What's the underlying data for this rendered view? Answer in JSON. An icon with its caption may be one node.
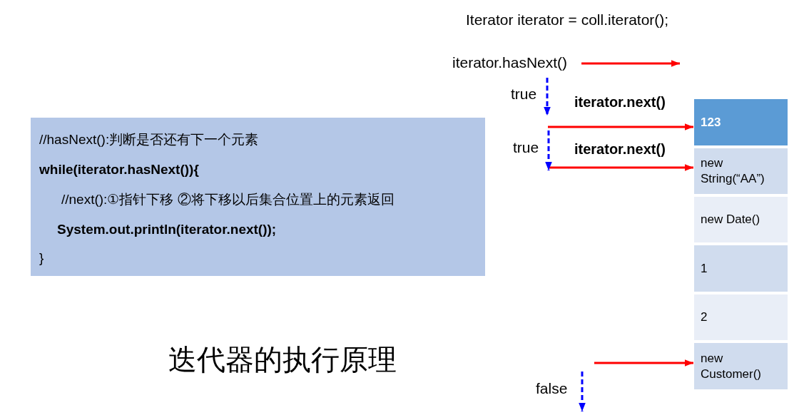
{
  "diagram": {
    "caption": "迭代器的执行原理",
    "nodes": [
      {
        "text": [
          "//hasNext():判断是否还有下一个元素",
          "while(iterator.hasNext()){",
          "//next():①指针下移 ②将下移以后集合位置上的元素返回",
          "System.out.println(iterator.next());",
          "}"
        ]
      },
      {
        "text": [
          "iterator.hasNext()"
        ]
      },
      {
        "text": [
          "123"
        ]
      },
      {
        "text": [
          "new String(“AA”)"
        ]
      },
      {
        "text": [
          "new Date()"
        ]
      },
      {
        "text": [
          "1"
        ]
      },
      {
        "text": [
          "2"
        ]
      },
      {
        "text": [
          "new Customer()"
        ]
      }
    ],
    "edges": [
      {
        "from": 1,
        "to": null,
        "arrow": "to"
      },
      {
        "from": 1,
        "to": null,
        "arrow": "to",
        "label": "true",
        "style": "dashed",
        "color": "#0000ff"
      },
      {
        "from": null,
        "to": 2,
        "arrow": "to",
        "label": "iterator.next()"
      },
      {
        "from": null,
        "to": 3,
        "arrow": "to",
        "label": "iterator.next()"
      },
      {
        "from": null,
        "to": 7,
        "arrow": "to"
      }
    ],
    "labels": [
      "Iterator iterator = coll.iterator();",
      "true",
      "false"
    ]
  }
}
